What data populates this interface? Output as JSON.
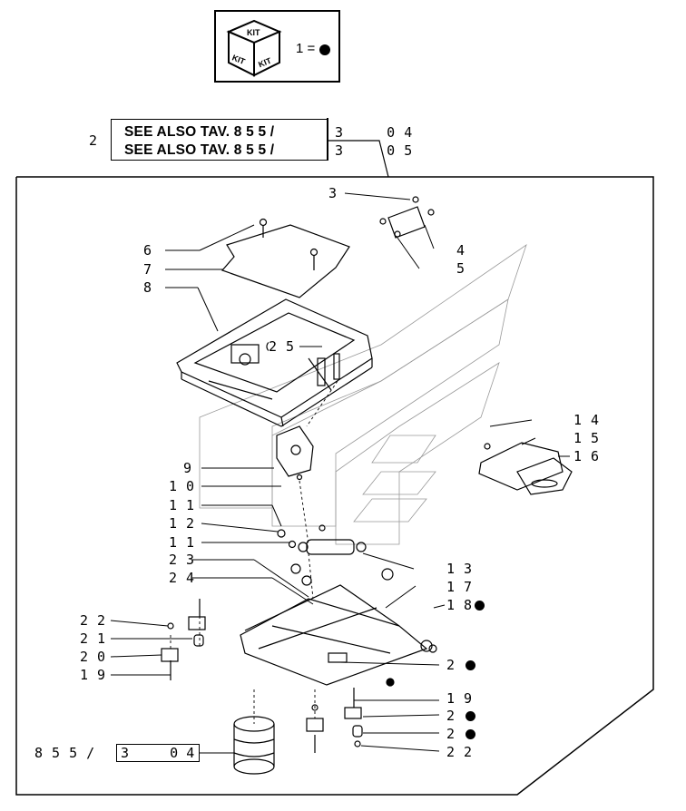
{
  "kit": {
    "icon_name": "kit-cube-icon",
    "cube_text": [
      "KIT",
      "KIT",
      "KIT"
    ],
    "equation": "1 =",
    "dot_icon": "kit-dot-icon"
  },
  "see_also": {
    "index": "2",
    "lines": [
      "SEE ALSO TAV. 8 5 5 /",
      "SEE ALSO TAV. 8 5 5 /"
    ],
    "suffixes": [
      "3     0 4",
      "3     0 5"
    ]
  },
  "callouts": [
    {
      "id": "c3",
      "text": "3"
    },
    {
      "id": "c4",
      "text": "4"
    },
    {
      "id": "c5",
      "text": "5"
    },
    {
      "id": "c6",
      "text": "6"
    },
    {
      "id": "c7",
      "text": "7"
    },
    {
      "id": "c8",
      "text": "8"
    },
    {
      "id": "c25",
      "text": "2 5"
    },
    {
      "id": "c14",
      "text": "1 4"
    },
    {
      "id": "c15",
      "text": "1 5"
    },
    {
      "id": "c16",
      "text": "1 6"
    },
    {
      "id": "c9",
      "text": "9"
    },
    {
      "id": "c10",
      "text": "1 0"
    },
    {
      "id": "c11a",
      "text": "1 1"
    },
    {
      "id": "c12",
      "text": "1 2"
    },
    {
      "id": "c11b",
      "text": "1 1"
    },
    {
      "id": "c13",
      "text": "1 3"
    },
    {
      "id": "c23",
      "text": "2 3"
    },
    {
      "id": "c24",
      "text": "2 4"
    },
    {
      "id": "c17",
      "text": "1 7"
    },
    {
      "id": "c18",
      "text": "1 8"
    },
    {
      "id": "c22a",
      "text": "2 2"
    },
    {
      "id": "c21a",
      "text": "2 1"
    },
    {
      "id": "c20a",
      "text": "2 0"
    },
    {
      "id": "c19a",
      "text": "1 9"
    },
    {
      "id": "c2x",
      "text": "2"
    },
    {
      "id": "c19b",
      "text": "1 9"
    },
    {
      "id": "c20b",
      "text": "2"
    },
    {
      "id": "c21b",
      "text": "2"
    },
    {
      "id": "c22b",
      "text": "2 2"
    }
  ],
  "reference": {
    "prefix": "8 5 5 /",
    "box": "3     0 4"
  }
}
